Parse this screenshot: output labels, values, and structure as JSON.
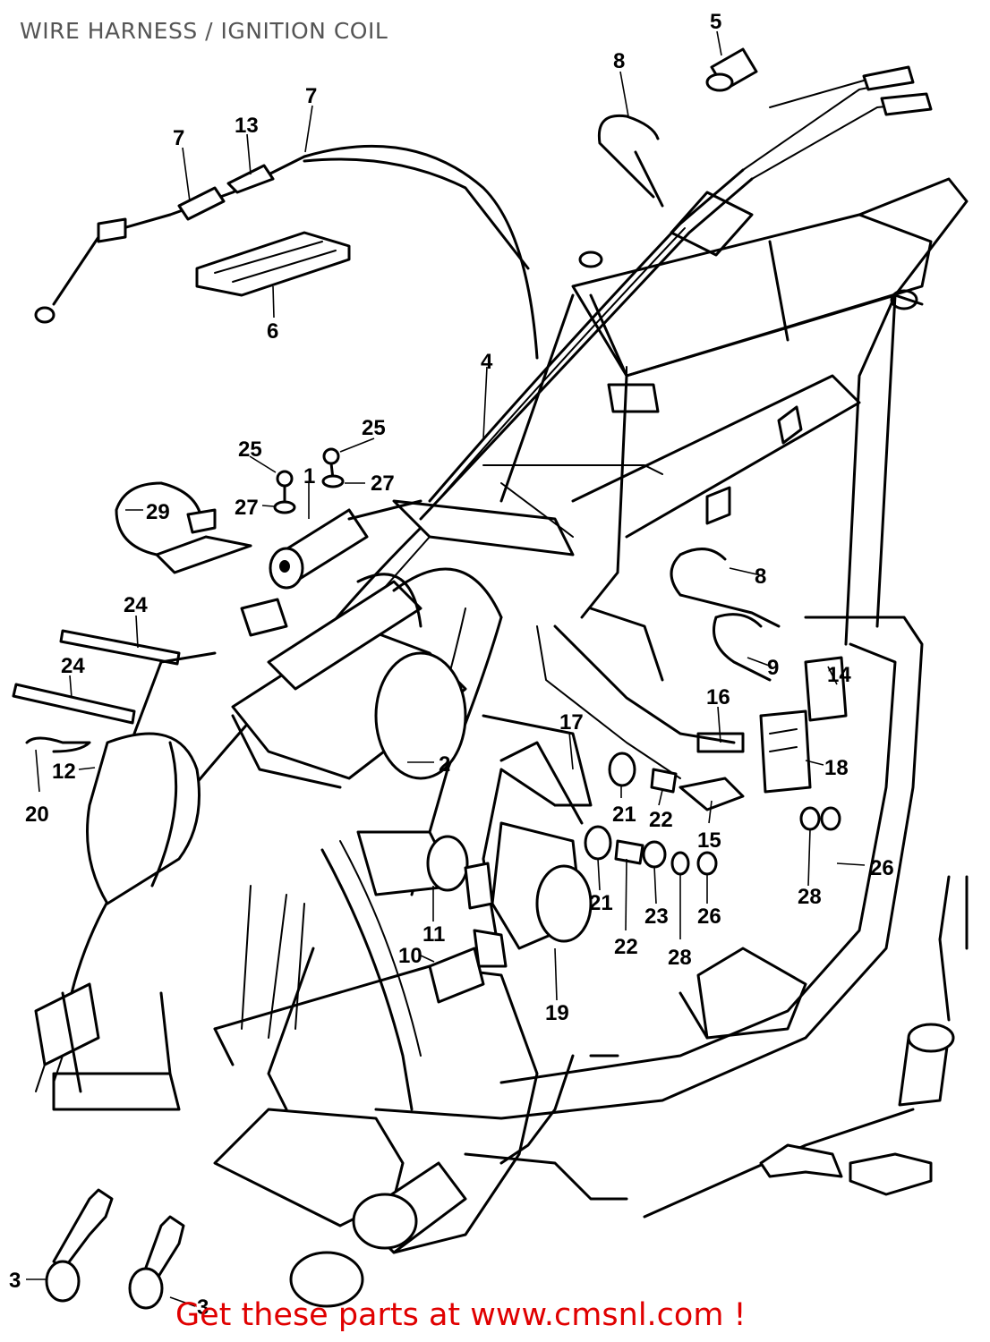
{
  "title": "WIRE HARNESS / IGNITION COIL",
  "footer": "Get these parts at www.cmsnl.com !",
  "colors": {
    "title": "#555555",
    "footer": "#e00000",
    "lines": "#000000"
  },
  "callouts": {
    "c1": "1",
    "c2": "2",
    "c3a": "3",
    "c3b": "3",
    "c4": "4",
    "c5": "5",
    "c6": "6",
    "c7a": "7",
    "c7b": "7",
    "c8a": "8",
    "c8b": "8",
    "c9": "9",
    "c10": "10",
    "c11": "11",
    "c12": "12",
    "c13": "13",
    "c14": "14",
    "c15": "15",
    "c16": "16",
    "c17": "17",
    "c18": "18",
    "c19": "19",
    "c20": "20",
    "c21a": "21",
    "c21b": "21",
    "c22a": "22",
    "c22b": "22",
    "c23": "23",
    "c24a": "24",
    "c24b": "24",
    "c25a": "25",
    "c25b": "25",
    "c26a": "26",
    "c26b": "26",
    "c27a": "27",
    "c27b": "27",
    "c28a": "28",
    "c28b": "28",
    "c29": "29"
  }
}
